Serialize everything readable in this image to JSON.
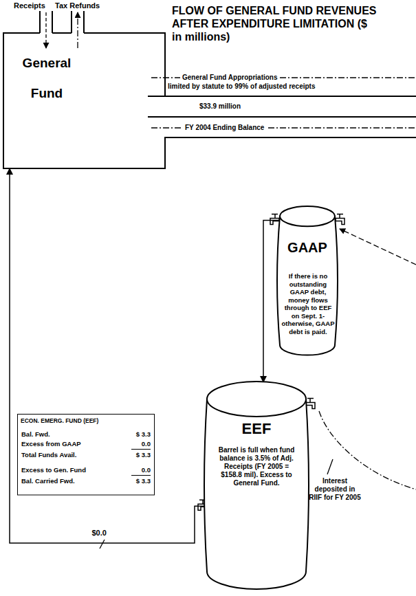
{
  "diagram": {
    "title": "FLOW OF GENERAL FUND REVENUES AFTER EXPENDITURE LIMITATION ($ in millions)",
    "nodes": [
      {
        "text": [
          "General Fund"
        ]
      },
      {
        "text": [
          "GAAP",
          "If there is no outstanding GAAP debt, money flows through to EEF on Sept. 1- otherwise, GAAP debt is paid."
        ]
      },
      {
        "text": [
          "ECON. EMERG. FUND (EEF)",
          "Bal. Fwd.",
          "$ 3.3",
          "Excess from GAAP",
          "0.0",
          "Total Funds Avail.",
          "$ 3.3",
          "Excess to Gen. Fund",
          "0.0",
          "Bal. Carried Fwd.",
          "$ 3.3"
        ]
      },
      {
        "text": [
          "EEF",
          "Barrel is full when fund balance is 3.5% of Adj. Receipts (FY 2005 = $158.8 mil). Excess to General Fund."
        ]
      }
    ],
    "edges": [
      {
        "from": 1,
        "to": 3,
        "arrow": "to"
      },
      {
        "from": 3,
        "to": 0,
        "arrow": "to",
        "label": "$0.0"
      }
    ],
    "labels": [
      "Receipts",
      "Tax Refunds",
      "General Fund Appropriations",
      "limited by statute to 99% of adjusted receipts",
      "$33.9 million",
      "FY 2004 Ending Balance",
      "Interest deposited in RIIF for FY 2005"
    ]
  }
}
